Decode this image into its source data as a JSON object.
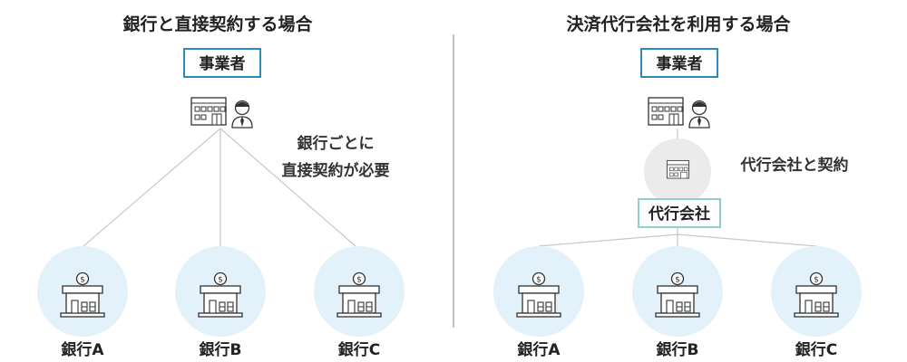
{
  "left": {
    "title": "銀行と直接契約する場合",
    "merchant_label": "事業者",
    "note_line1": "銀行ごとに",
    "note_line2": "直接契約が必要",
    "banks": [
      "銀行A",
      "銀行B",
      "銀行C"
    ]
  },
  "right": {
    "title": "決済代行会社を利用する場合",
    "merchant_label": "事業者",
    "agent_label": "代行会社",
    "note": "代行会社と契約",
    "banks": [
      "銀行A",
      "銀行B",
      "銀行C"
    ]
  },
  "colors": {
    "merchant_border": "#2a8ab8",
    "agent_border": "#8fd0cc",
    "bank_circle": "#e3f1fa",
    "agent_circle": "#ebebeb",
    "line": "#c8c8c8",
    "divider": "#999999"
  },
  "icons": {
    "merchant": "office-building-with-person-icon",
    "bank": "bank-dollar-icon",
    "agent": "agent-building-icon"
  }
}
